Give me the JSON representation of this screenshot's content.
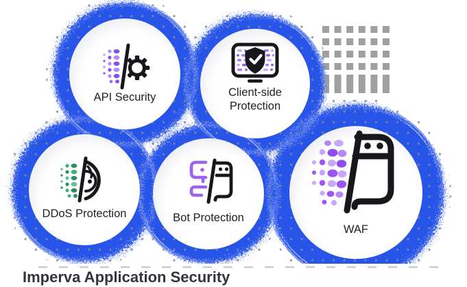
{
  "heading": {
    "text": "Imperva Application Security"
  },
  "products": [
    {
      "id": "api-security",
      "label": "API Security",
      "icon": "api-security-icon"
    },
    {
      "id": "client-side-protection",
      "label": "Client-side Protection",
      "icon": "client-side-protection-icon"
    },
    {
      "id": "ddos-protection",
      "label": "DDoS Protection",
      "icon": "ddos-protection-icon"
    },
    {
      "id": "bot-protection",
      "label": "Bot Protection",
      "icon": "bot-protection-icon"
    },
    {
      "id": "waf",
      "label": "WAF",
      "icon": "waf-icon"
    }
  ],
  "colors": {
    "cloud_blue": "#2553e8",
    "cloud_fringe": "#5d7ef5",
    "dot_grid_gray": "#7c87a3",
    "ornament_gray": "#8f8f8f",
    "icon_black": "#17171c",
    "icon_purple": "#9a55f2",
    "icon_purple_light": "#c7a6fb",
    "icon_green": "#2f9e6b",
    "bot_purple": "#9c63f2",
    "label_text": "#1f2024",
    "heading_text": "#33343c"
  }
}
